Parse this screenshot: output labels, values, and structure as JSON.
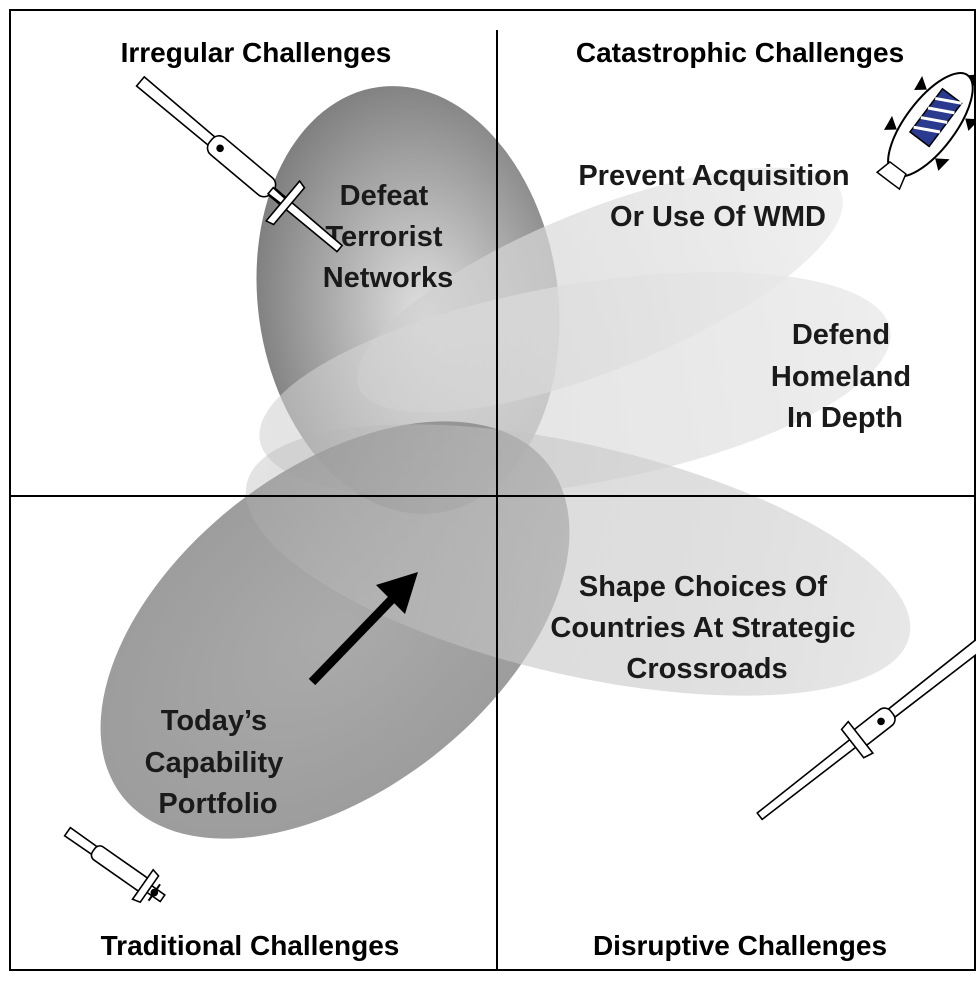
{
  "quadrants": {
    "top_left": "Irregular Challenges",
    "top_right": "Catastrophic Challenges",
    "bottom_left": "Traditional Challenges",
    "bottom_right": "Disruptive Challenges"
  },
  "focus_areas": {
    "terrorist": [
      "Defeat",
      "Terrorist",
      "Networks"
    ],
    "wmd": [
      "Prevent Acquisition",
      "Or Use Of WMD"
    ],
    "homeland": [
      "Defend",
      "Homeland",
      "In Depth"
    ],
    "crossroads": [
      "Shape Choices Of",
      "Countries At Strategic",
      "Crossroads"
    ],
    "portfolio": [
      "Today’s",
      "Capability",
      "Portfolio"
    ]
  },
  "icons": [
    "uav-aircraft-icon",
    "airship-icon",
    "uav-aircraft-icon",
    "uav-aircraft-icon"
  ],
  "colors": {
    "frame": "#000000",
    "shade_dark": "#7d7d7d",
    "shade_light": "#d6d6d6",
    "arrow": "#000000"
  }
}
